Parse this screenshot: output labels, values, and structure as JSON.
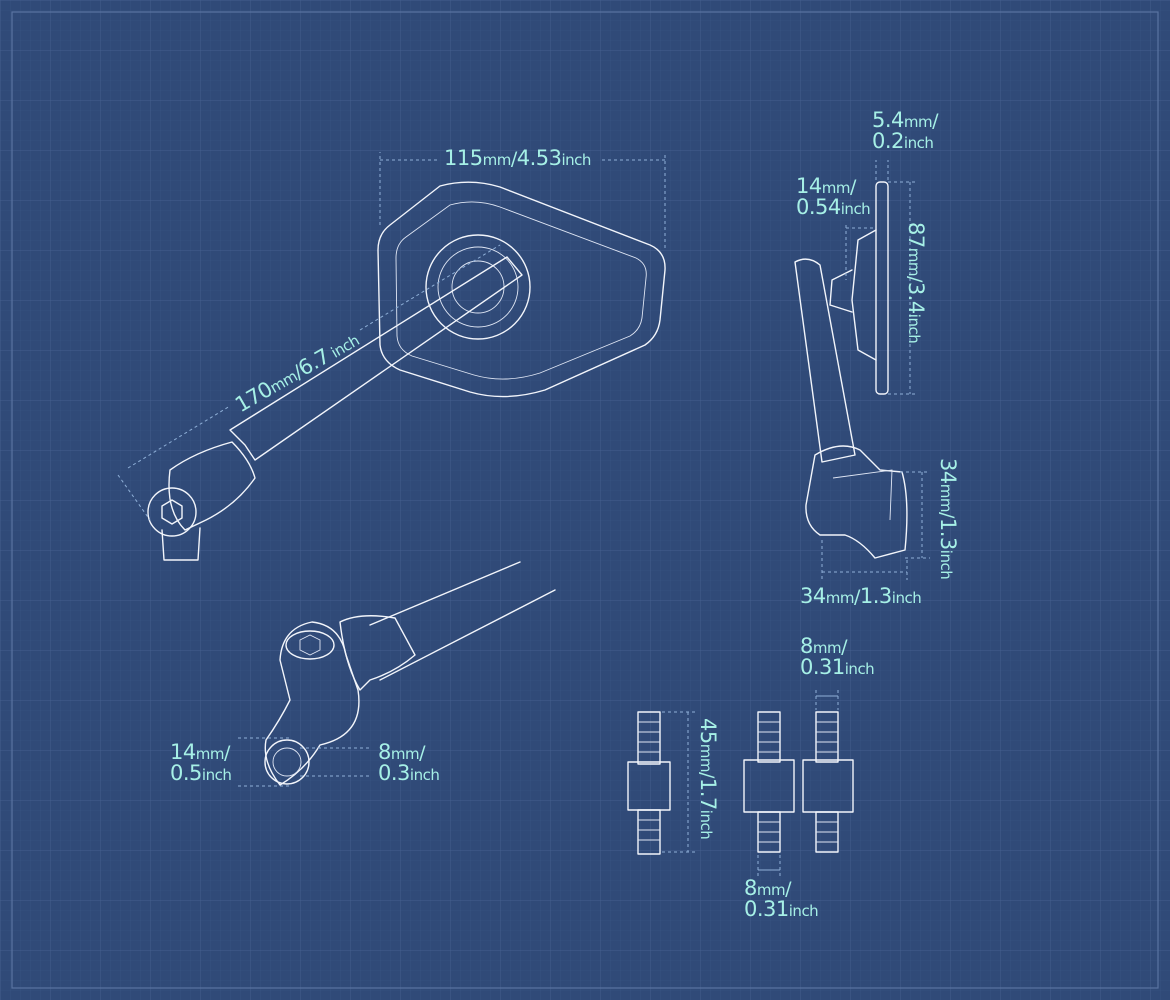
{
  "colors": {
    "background": "#304a78",
    "grid_fine": "#3a5584",
    "grid_major": "#445f8e",
    "drawing_line": "#f2f5fb",
    "dimension_text": "#a6f0e6",
    "dimension_line": "#8fb0d8"
  },
  "dimensions": {
    "mirror_width": {
      "metric": "115",
      "metric_unit": "mm",
      "sep": "/",
      "imperial": "4.53",
      "imperial_unit": "inch"
    },
    "arm_length": {
      "metric": "170",
      "metric_unit": "mm",
      "sep": "/",
      "imperial": "6.7",
      "imperial_unit": " inch"
    },
    "glass_thickness": {
      "metric": "5.4",
      "metric_unit": "mm",
      "sep": "/",
      "imperial": "0.2",
      "imperial_unit": "inch"
    },
    "mount_depth": {
      "metric": "14",
      "metric_unit": "mm",
      "sep": "/",
      "imperial": "0.54",
      "imperial_unit": "inch"
    },
    "mirror_height": {
      "metric": "87",
      "metric_unit": "mm",
      "sep": "/",
      "imperial": "3.4",
      "imperial_unit": "inch"
    },
    "base_height": {
      "metric": "34",
      "metric_unit": "mm",
      "sep": "/",
      "imperial": "1.3",
      "imperial_unit": "inch"
    },
    "base_width": {
      "metric": "34",
      "metric_unit": "mm",
      "sep": "/",
      "imperial": "1.3",
      "imperial_unit": "inch"
    },
    "clamp_hole_outer": {
      "metric": "14",
      "metric_unit": "mm",
      "sep": "/",
      "imperial": "0.5",
      "imperial_unit": "inch"
    },
    "clamp_hole_inner": {
      "metric": "8",
      "metric_unit": "mm",
      "sep": "/",
      "imperial": "0.3",
      "imperial_unit": "inch"
    },
    "bolt_length": {
      "metric": "45",
      "metric_unit": "mm",
      "sep": "/",
      "imperial": "1.7",
      "imperial_unit": "inch"
    },
    "bolt_diameter_top": {
      "metric": "8",
      "metric_unit": "mm",
      "sep": "/",
      "imperial": "0.31",
      "imperial_unit": "inch"
    },
    "bolt_diameter_bottom": {
      "metric": "8",
      "metric_unit": "mm",
      "sep": "/",
      "imperial": "0.31",
      "imperial_unit": "inch"
    }
  }
}
